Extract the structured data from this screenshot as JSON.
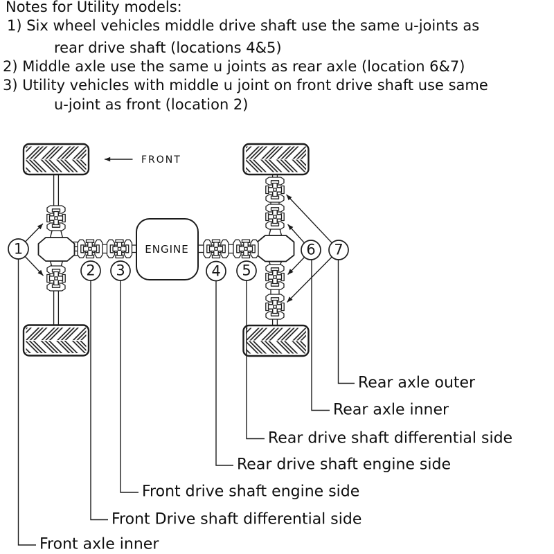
{
  "page": {
    "background": "#ffffff",
    "line_color": "#1c1c1c",
    "text_color": "#0f0f0f"
  },
  "notes": {
    "lines": [
      "Notes for Utility models:",
      "1) Six wheel vehicles middle drive shaft use the same u-joints as",
      "rear drive shaft (locations 4&5)",
      "2) Middle axle use the same u joints as rear axle (location 6&7)",
      "3) Utility vehicles with middle u joint on front drive shaft use same",
      "u-joint as front (location 2)"
    ]
  },
  "diagram": {
    "front_label": "FRONT",
    "engine_label": "ENGINE",
    "markers": [
      {
        "number": "1",
        "label": "Front axle inner"
      },
      {
        "number": "2",
        "label": "Front Drive shaft differential side"
      },
      {
        "number": "3",
        "label": "Front drive shaft engine side"
      },
      {
        "number": "4",
        "label": "Rear drive shaft engine side"
      },
      {
        "number": "5",
        "label": "Rear drive shaft differential side"
      },
      {
        "number": "6",
        "label": "Rear axle inner"
      },
      {
        "number": "7",
        "label": "Rear axle outer"
      }
    ]
  }
}
